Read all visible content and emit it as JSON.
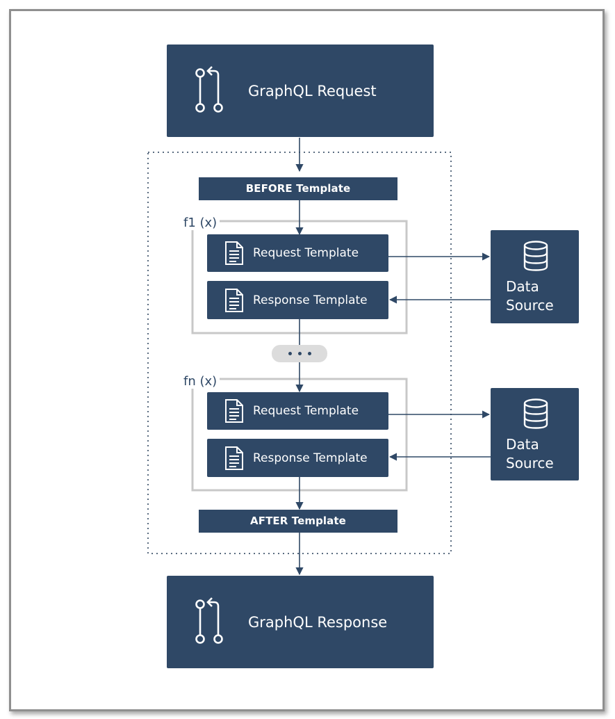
{
  "request": {
    "label": "GraphQL Request",
    "icon": "graphql-flow-icon"
  },
  "response": {
    "label": "GraphQL Response",
    "icon": "graphql-flow-icon"
  },
  "before": {
    "label": "BEFORE Template"
  },
  "after": {
    "label": "AFTER Template"
  },
  "functions": [
    {
      "name": "f1 (x)",
      "request_template": "Request Template",
      "response_template": "Response Template",
      "data_source": {
        "line1": "Data",
        "line2": "Source",
        "icon": "database-icon"
      }
    },
    {
      "name": "fn (x)",
      "request_template": "Request Template",
      "response_template": "Response Template",
      "data_source": {
        "line1": "Data",
        "line2": "Source",
        "icon": "database-icon"
      }
    }
  ],
  "ellipsis": {
    "icon": "ellipsis-icon"
  },
  "colors": {
    "box": "#2f4866",
    "group_border": "#c8c8c8",
    "dotted_border": "#5a6c80",
    "ellipsis_pill": "#dcdcdc",
    "frame": "#8f8f8f"
  }
}
